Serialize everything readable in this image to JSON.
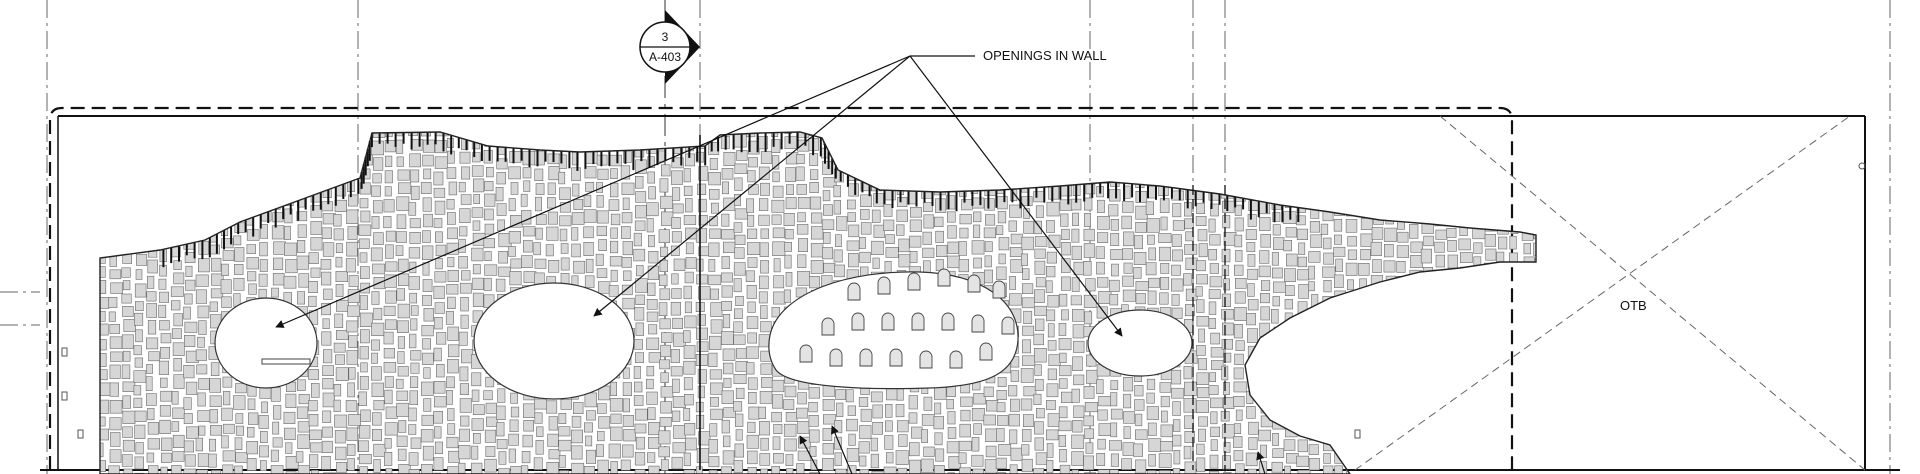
{
  "section_marker": {
    "number": "3",
    "sheet": "A-403"
  },
  "callout": {
    "label": "OPENINGS IN WALL"
  },
  "otb_zone": {
    "label": "OTB"
  },
  "colors": {
    "line": "#111111",
    "brick_fill": "#d6d6d6",
    "brick_stroke": "#6a6a6a",
    "dash": "#555555"
  },
  "icons": {
    "section_marker": "section-cut-marker-icon"
  }
}
